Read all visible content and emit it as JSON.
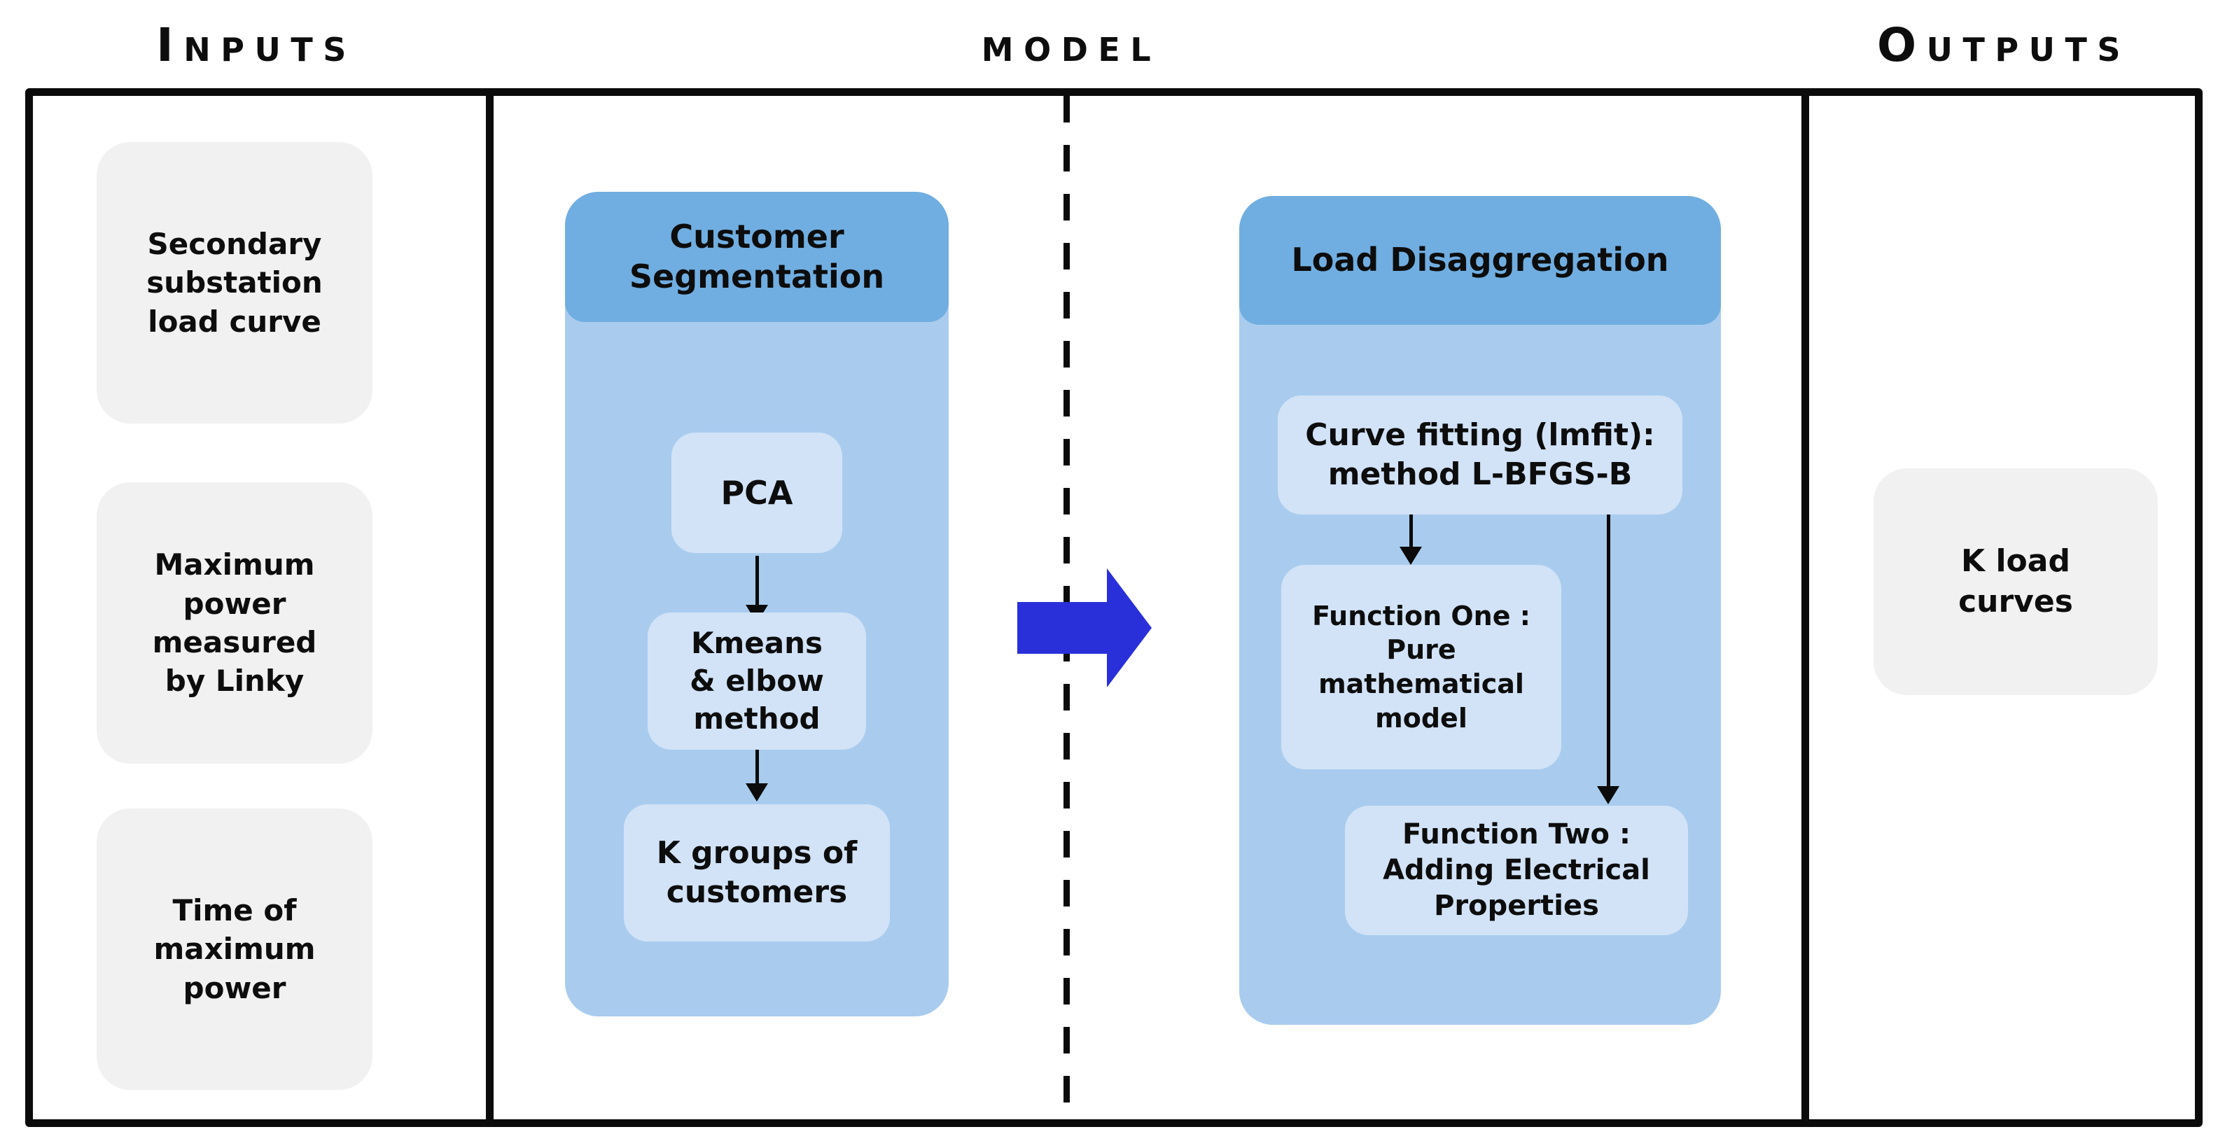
{
  "titles": {
    "inputs": "Inputs",
    "model": "model",
    "outputs": "Outputs"
  },
  "colors": {
    "panel_header_blue": "#70aee1",
    "panel_body_blue": "#a9ccee",
    "inner_box_blue": "#d2e3f7",
    "input_box_grey": "#f1f1f1",
    "big_arrow_blue": "#2a30d9",
    "line_black": "#0b0b0b"
  },
  "inputs": {
    "boxes": [
      {
        "label": "Secondary\nsubstation\nload curve"
      },
      {
        "label": "Maximum\npower\nmeasured\nby Linky"
      },
      {
        "label": "Time of\nmaximum\npower"
      }
    ]
  },
  "model": {
    "customer_segmentation": {
      "header": "Customer\nSegmentation",
      "steps": [
        {
          "label": "PCA"
        },
        {
          "label": "Kmeans\n& elbow\nmethod"
        },
        {
          "label": "K groups of\ncustomers"
        }
      ]
    },
    "load_disaggregation": {
      "header": "Load Disaggregation",
      "curve_fitting": "Curve fitting (lmfit):\nmethod L-BFGS-B",
      "function_one": "Function One :\nPure\nmathematical\nmodel",
      "function_two": "Function Two :\nAdding Electrical\nProperties"
    }
  },
  "outputs": {
    "boxes": [
      {
        "label": "K load\ncurves"
      }
    ]
  }
}
